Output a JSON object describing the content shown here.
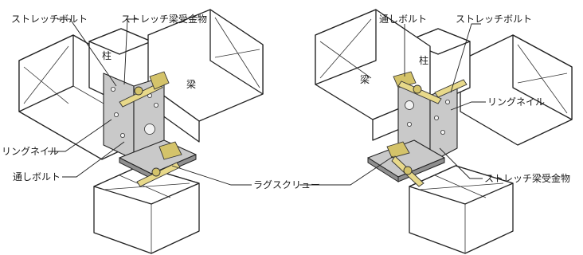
{
  "left_figure": {
    "labels": {
      "stretch_bolt": "ストレッチボルト",
      "stretch_bracket": "ストレッチ梁受金物",
      "column": "柱",
      "beam": "梁",
      "ring_nail": "リングネイル",
      "through_bolt": "通しボルト"
    }
  },
  "right_figure": {
    "labels": {
      "through_bolt": "通しボルト",
      "stretch_bolt": "ストレッチボルト",
      "column": "柱",
      "beam": "梁",
      "ring_nail": "リングネイル",
      "stretch_bracket": "ストレッチ梁受金物"
    }
  },
  "shared_labels": {
    "lag_screw": "ラグスクリュー"
  }
}
